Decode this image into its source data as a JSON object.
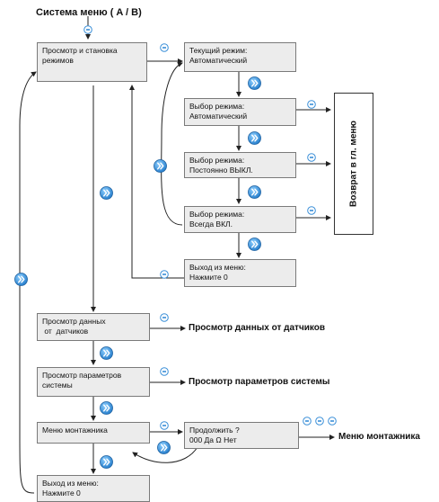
{
  "title": "Система меню ( A / B)",
  "boxes": {
    "view_set_modes": [
      "Просмотр и становка",
      "режимов"
    ],
    "current_mode": [
      "Текущий режим:",
      "Автоматический"
    ],
    "mode_auto": [
      "Выбор режима:",
      "Автоматический"
    ],
    "mode_off": [
      "Выбор режима:",
      "Постоянно ВЫКЛ."
    ],
    "mode_on": [
      "Выбор режима:",
      "Всегда ВКЛ."
    ],
    "exit_inner": [
      "Выход из меню:",
      "Нажмите 0"
    ],
    "sensor_data": [
      "Просмотр данных",
      " от  датчиков"
    ],
    "system_params": [
      "Просмотр параметров",
      "системы"
    ],
    "installer_menu": [
      "Меню монтажника"
    ],
    "continue": [
      "Продолжить ?",
      "000 Да Ω Нет"
    ],
    "exit_main": [
      "Выход из меню:",
      "Нажмите 0"
    ]
  },
  "return_main": "Возврат в гл. меню",
  "labels": {
    "sensor_data": "Просмотр данных от датчиков",
    "system_params": "Просмотр параметров системы",
    "installer_menu": "Меню монтажника"
  },
  "colors": {
    "accent": "#2b7fd0",
    "line": "#222222"
  }
}
